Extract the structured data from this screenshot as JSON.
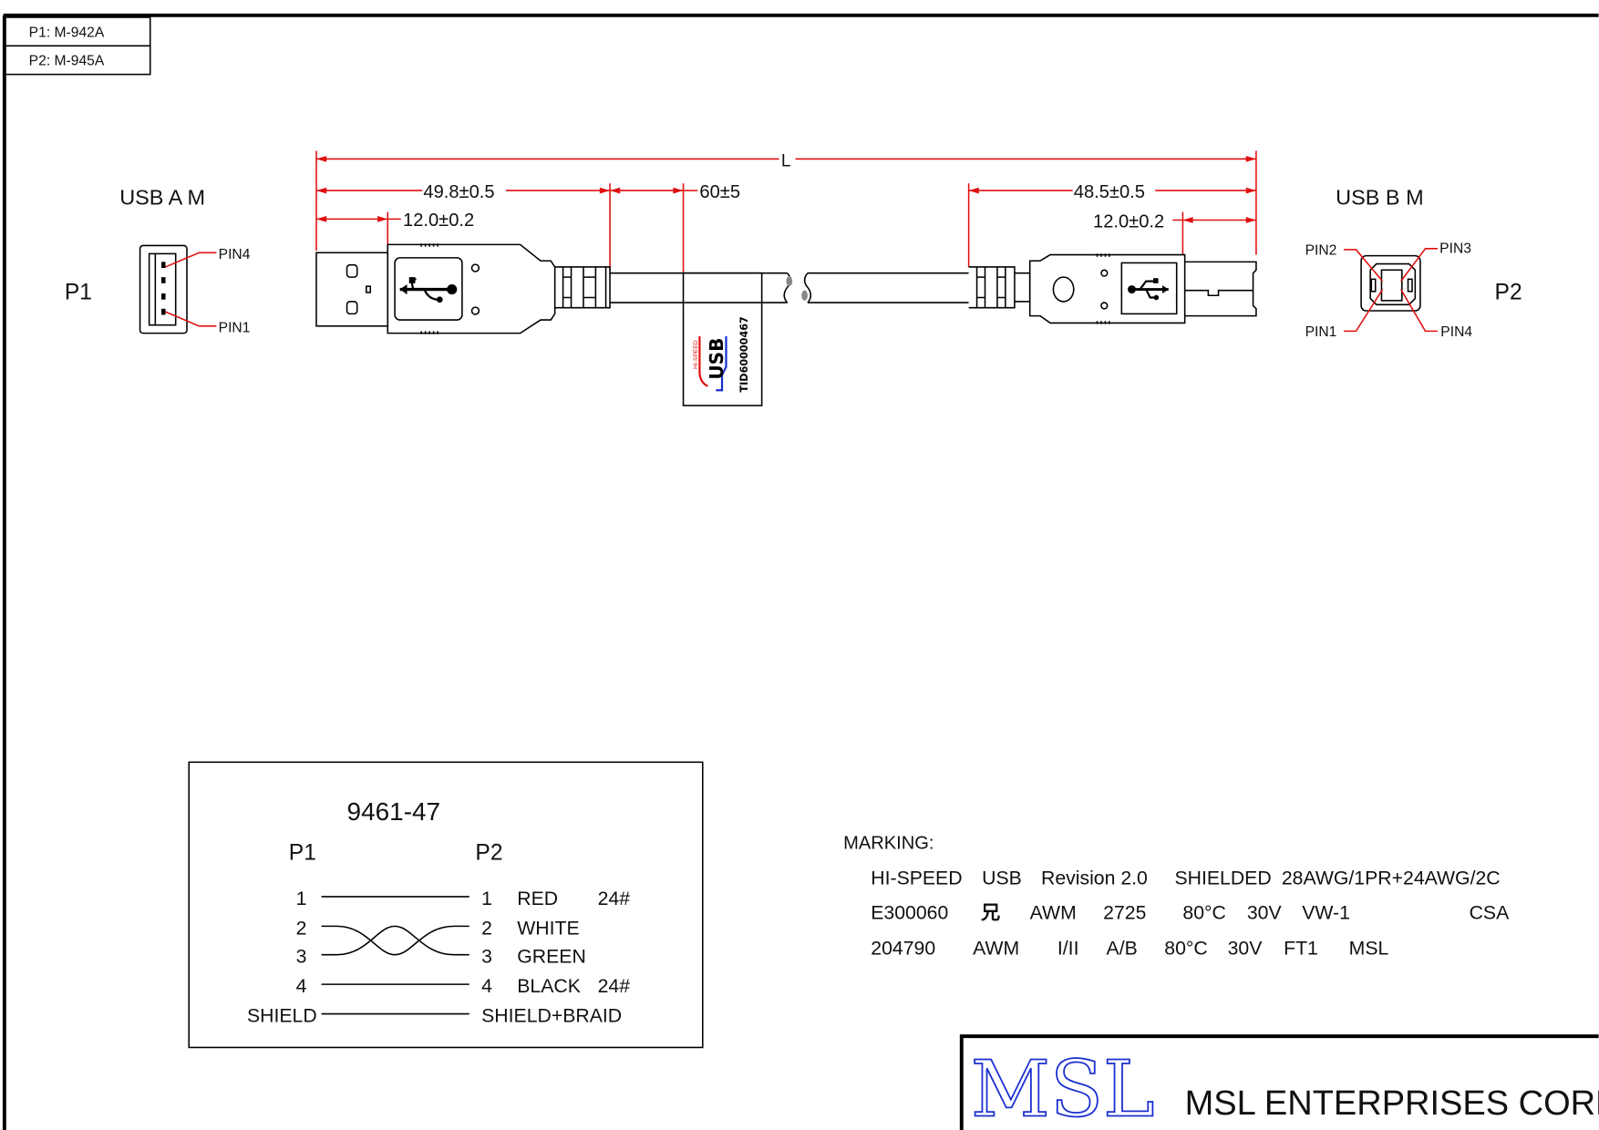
{
  "part_table": [
    {
      "label": "P1: M-942A"
    },
    {
      "label": "P2: M-945A"
    }
  ],
  "connectors": {
    "p1": {
      "designator": "P1",
      "type": "USB  A  M",
      "pins": [
        "PIN4",
        "PIN1"
      ]
    },
    "p2": {
      "designator": "P2",
      "type": "USB  B  M",
      "pins": [
        "PIN2",
        "PIN3",
        "PIN1",
        "PIN4"
      ]
    }
  },
  "dimensions": {
    "overall": "L",
    "p1_overmold": "49.8±0.5",
    "p1_plug": "12.0±0.2",
    "label_offset": "60±5",
    "p2_overmold": "48.5±0.5",
    "p2_plug": "12.0±0.2"
  },
  "cable_label": {
    "logo_text": "USB",
    "sub_text": "HI-SPEED",
    "code": "TID60000467"
  },
  "wiring": {
    "title": "9461-47",
    "p1_header": "P1",
    "p2_header": "P2",
    "rows": [
      {
        "p1": "1",
        "p2": "1",
        "color": "RED",
        "gauge": "24#"
      },
      {
        "p1": "2",
        "p2": "2",
        "color": "WHITE",
        "gauge": ""
      },
      {
        "p1": "3",
        "p2": "3",
        "color": "GREEN",
        "gauge": ""
      },
      {
        "p1": "4",
        "p2": "4",
        "color": "BLACK",
        "gauge": "24#"
      },
      {
        "p1": "SHIELD",
        "p2": "SHIELD+BRAID",
        "color": "",
        "gauge": ""
      }
    ]
  },
  "marking": {
    "title": "MARKING:",
    "line1": [
      "HI-SPEED",
      "USB",
      "Revision  2.0",
      "SHIELDED",
      "28AWG/1PR+24AWG/2C"
    ],
    "line2": [
      "E300060",
      "兄",
      "AWM",
      "2725",
      "80°C",
      "30V",
      "VW-1",
      "CSA"
    ],
    "line3": [
      "204790",
      "AWM",
      "I/II",
      "A/B",
      "80°C",
      "30V",
      "FT1",
      "MSL"
    ]
  },
  "title_block": {
    "logo": "MSL",
    "company": "MSL  ENTERPRISES  CORP."
  },
  "colors": {
    "dimension": "#e01010",
    "logo": "#1a2fd0"
  }
}
